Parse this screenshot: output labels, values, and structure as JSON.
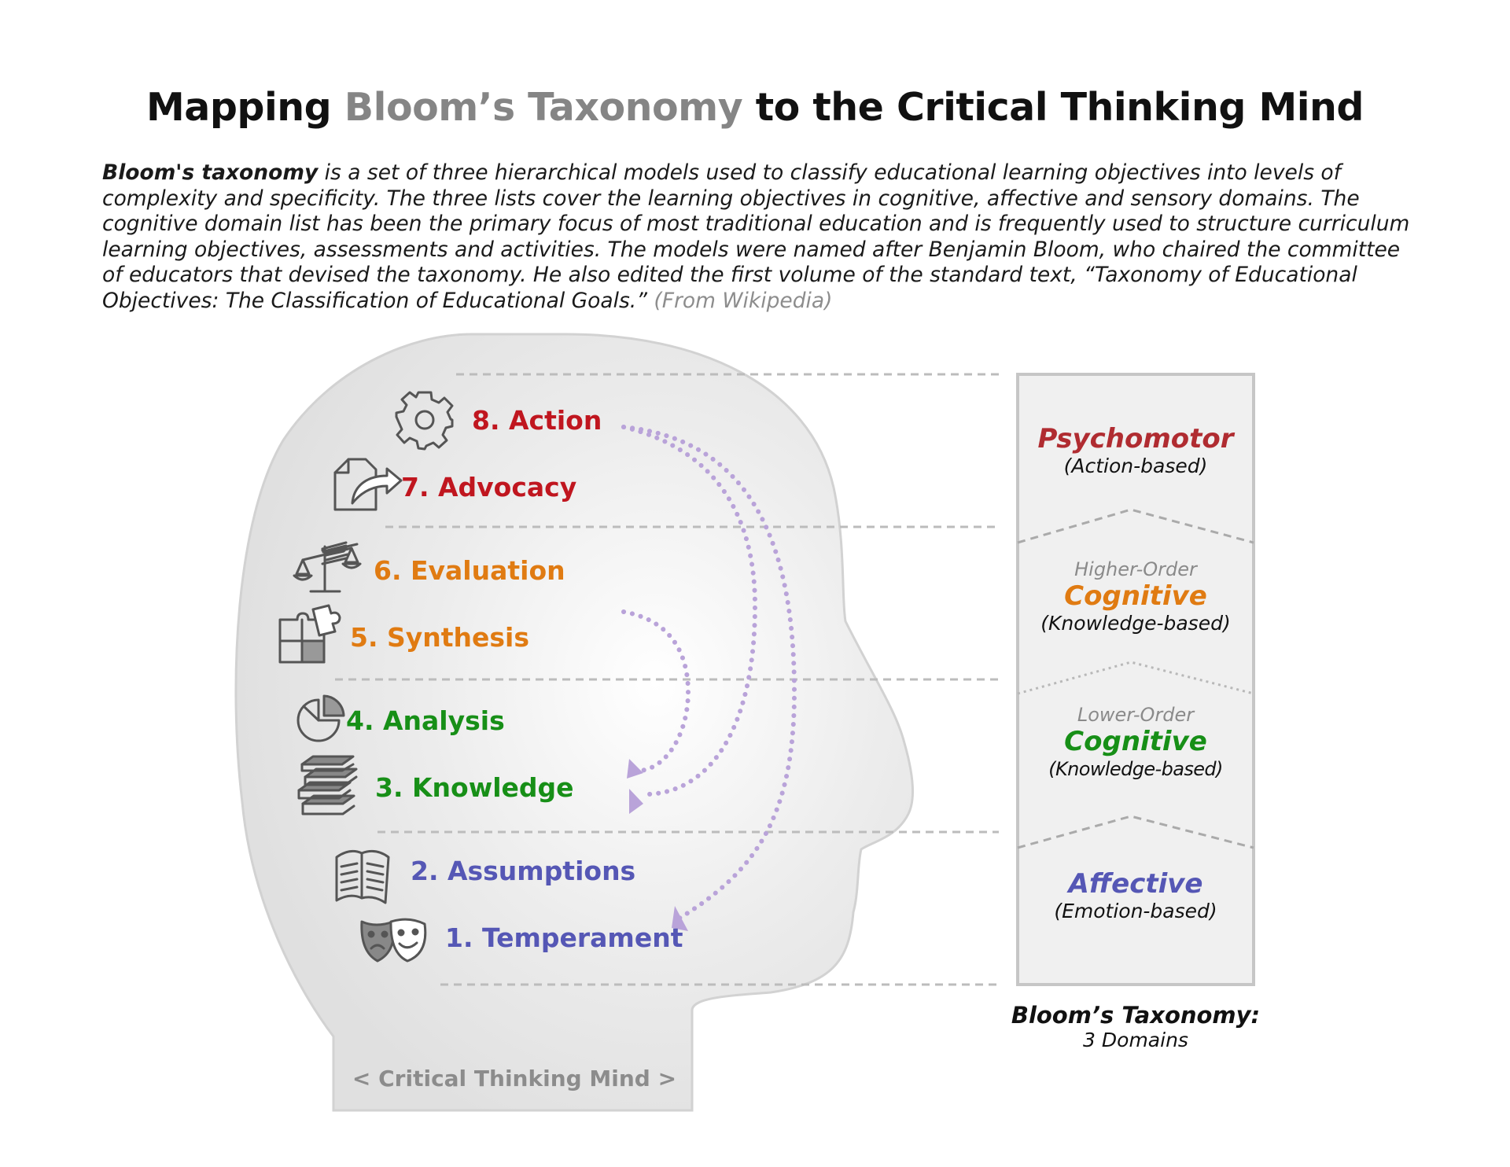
{
  "title": {
    "part1": "Mapping ",
    "highlight": "Bloom’s Taxonomy",
    "part2": " to the Critical Thinking Mind"
  },
  "intro": {
    "bold": "Bloom's taxonomy",
    "text": " is a set of three hierarchical models used to classify educational learning objectives into levels of complexity and specificity.  The three lists cover the learning objectives in cognitive, affective and sensory domains. The cognitive domain list has been the primary focus of most traditional education and is frequently used to structure curriculum learning objectives, assessments and activities. The models were named after Benjamin Bloom, who chaired the committee of educators that devised the taxonomy. He also edited the first volume of the standard text, “Taxonomy of Educational Objectives: The Classification of Educational Goals.”",
    "source": "(From Wikipedia)"
  },
  "levels": [
    {
      "label": "8. Action",
      "color": "#c0161f",
      "icon": "gear-icon"
    },
    {
      "label": "7. Advocacy",
      "color": "#c0161f",
      "icon": "document-share-icon"
    },
    {
      "label": "6. Evaluation",
      "color": "#e07b12",
      "icon": "scales-icon"
    },
    {
      "label": "5. Synthesis",
      "color": "#e07b12",
      "icon": "puzzle-icon"
    },
    {
      "label": "4. Analysis",
      "color": "#178f17",
      "icon": "pie-chart-icon"
    },
    {
      "label": "3. Knowledge",
      "color": "#178f17",
      "icon": "books-icon"
    },
    {
      "label": "2. Assumptions",
      "color": "#5557b5",
      "icon": "open-book-icon"
    },
    {
      "label": "1. Temperament",
      "color": "#5557b5",
      "icon": "theater-masks-icon"
    }
  ],
  "domains": {
    "psychomotor": {
      "name": "Psychomotor",
      "sub": "(Action-based)",
      "color": "#b02c31"
    },
    "higher": {
      "pre": "Higher-Order",
      "name": "Cognitive",
      "sub": "(Knowledge-based)",
      "color": "#e07b12"
    },
    "lower": {
      "pre": "Lower-Order",
      "name": "Cognitive",
      "sub": "(Knowledge-based)",
      "color": "#178f17"
    },
    "affective": {
      "name": "Affective",
      "sub": "(Emotion-based)",
      "color": "#5557b5"
    }
  },
  "caption": {
    "title": "Bloom’s Taxonomy:",
    "sub": "3 Domains"
  },
  "head_label": "< Critical Thinking Mind >",
  "colors": {
    "arrow": "#b9a3d9",
    "dash": "#bcbcbc",
    "panel": "#f0f0f0",
    "head": "#e4e4e4"
  }
}
